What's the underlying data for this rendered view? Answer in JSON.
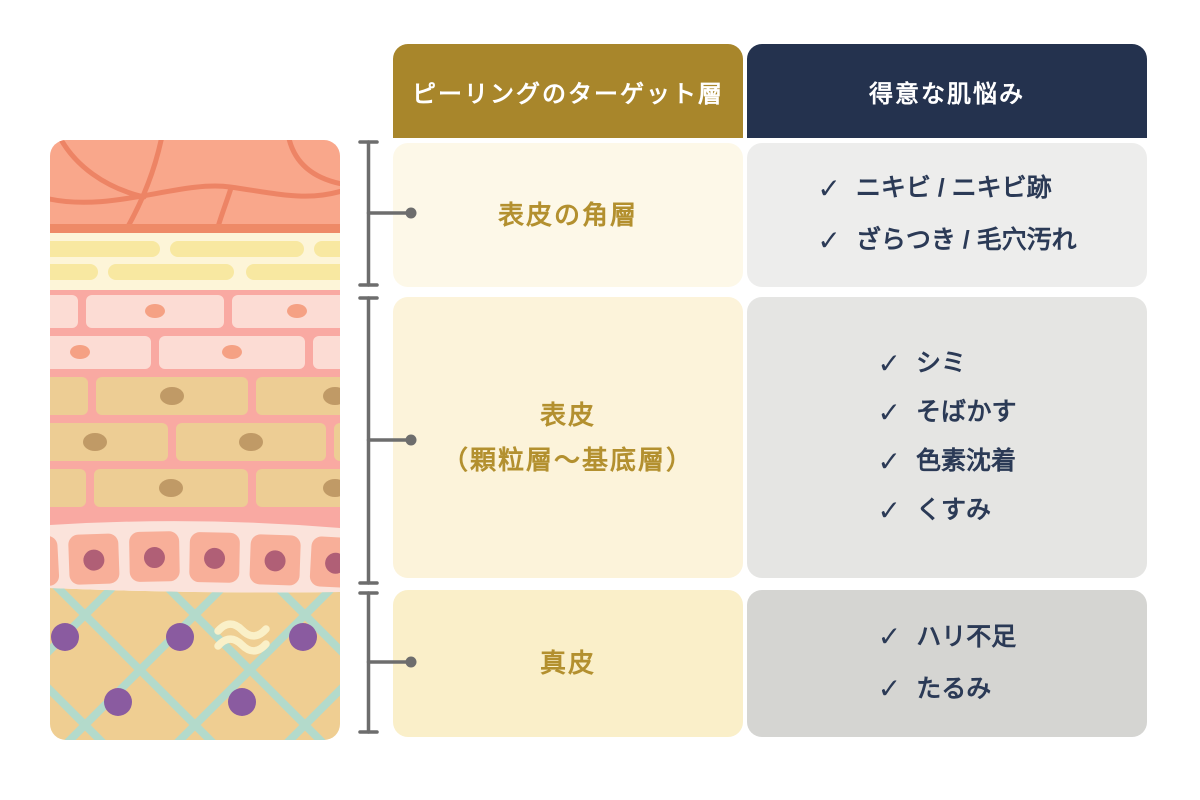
{
  "table": {
    "headers": [
      {
        "label": "ピーリングのターゲット層"
      },
      {
        "label": "得意な肌悩み"
      }
    ],
    "rows": [
      {
        "layer_lines": [
          "表皮の角層"
        ],
        "concerns": [
          "ニキビ / ニキビ跡",
          "ざらつき / 毛穴汚れ"
        ]
      },
      {
        "layer_lines": [
          "表皮",
          "（顆粒層〜基底層）"
        ],
        "concerns": [
          "シミ",
          "そばかす",
          "色素沈着",
          "くすみ"
        ]
      },
      {
        "layer_lines": [
          "真皮"
        ],
        "concerns": [
          "ハリ不足",
          "たるみ"
        ]
      }
    ]
  },
  "icons": {
    "check": "✓",
    "approx_squiggle": "≈"
  },
  "colors": {
    "header_gold": "#A8862B",
    "header_navy": "#24324E",
    "layer_text_gold": "#B3902F",
    "concern_text_navy": "#2B3A56",
    "bracket_gray": "#6D6D6D",
    "layer_cell_backgrounds": [
      "#FDF8E8",
      "#FCF3DA",
      "#FAEFC9"
    ],
    "concern_cell_backgrounds": [
      "#EDEDEC",
      "#E5E5E3",
      "#D5D5D2"
    ]
  }
}
